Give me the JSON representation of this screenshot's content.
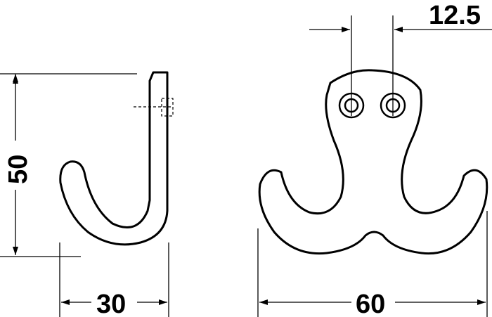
{
  "drawing": {
    "side_view": {
      "height_label": "50",
      "width_label": "30"
    },
    "front_view": {
      "width_label": "60",
      "hole_spacing_label": "12.5"
    },
    "colors": {
      "line": "#000000",
      "background": "#ffffff"
    }
  }
}
